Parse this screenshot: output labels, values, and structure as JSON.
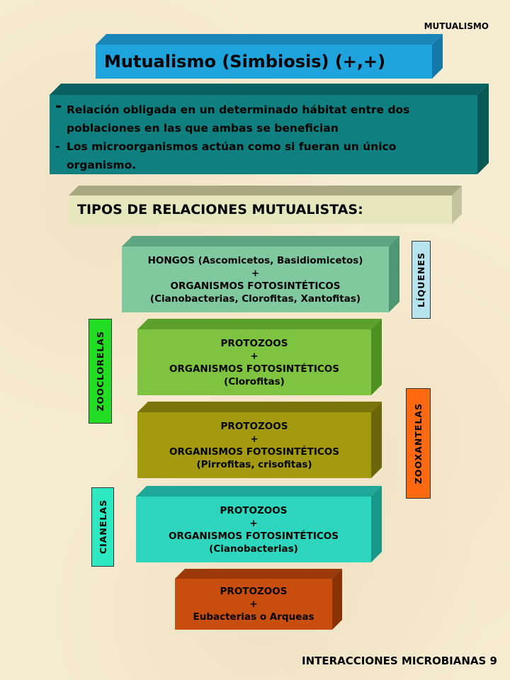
{
  "header": {
    "section": "MUTUALISMO"
  },
  "title": "Mutualismo (Simbiosis) (+,+)",
  "definition": {
    "bullet1_lines": [
      "Relación obligada en un determinado hábitat entre dos",
      "poblaciones en las que ambas se benefician"
    ],
    "bullet2_lines": [
      "Los microorganismos actúan como si fueran un único",
      "organismo."
    ]
  },
  "types_heading": "TIPOS DE RELACIONES MUTUALISTAS:",
  "relations": [
    {
      "lines": [
        "HONGOS (Ascomicetos, Basidiomicetos)",
        "+",
        "ORGANISMOS FOTOSINTÉTICOS",
        "(Cianobacterias, Clorofitas, Xantofitas)"
      ],
      "color": "#7fc8a0"
    },
    {
      "lines": [
        "PROTOZOOS",
        "+",
        "ORGANISMOS FOTOSINTÉTICOS",
        "(Clorofitas)"
      ],
      "color": "#7ec440"
    },
    {
      "lines": [
        "PROTOZOOS",
        "+",
        "ORGANISMOS FOTOSINTÉTICOS",
        "(Pirrofitas, crisofitas)"
      ],
      "color": "#a39a10"
    },
    {
      "lines": [
        "PROTOZOOS",
        "+",
        "ORGANISMOS FOTOSINTÉTICOS",
        "(Cianobacterias)"
      ],
      "color": "#2dd6bd"
    },
    {
      "lines": [
        "PROTOZOOS",
        "+",
        "Eubacterias o Arqueas"
      ],
      "color": "#c84e0e"
    }
  ],
  "side_labels": {
    "liquenes": {
      "text": "LÍQUENES",
      "color": "#b7e3ee"
    },
    "zooclorelas": {
      "text": "ZOOCLORELAS",
      "color": "#22dd22"
    },
    "zooxantelas": {
      "text": "ZOOXANTELAS",
      "color": "#ff6a10"
    },
    "cianelas": {
      "text": "CIANELAS",
      "color": "#2de8c0"
    }
  },
  "colors": {
    "title_box": "#1fa3dc",
    "definition_box": "#0f7f80",
    "types_box": "#e7e7be"
  },
  "footer": "INTERACCIONES MICROBIANAS 9"
}
